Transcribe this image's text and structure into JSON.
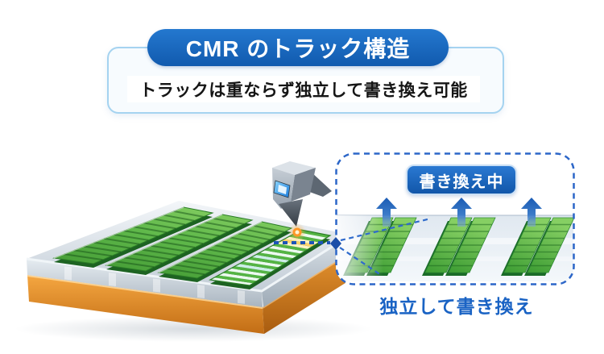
{
  "header": {
    "title": "CMR のトラック構造",
    "subtitle": "トラックは重ならず独立して書き換え可能"
  },
  "callout": {
    "status_label": "書き換え中",
    "caption": "独立して書き換え"
  },
  "illustration": {
    "main": "hdd-platter-with-write-head",
    "platter_track_count": 4,
    "active_track": "striped-track-being-written",
    "callout_track_pairs": 3,
    "callout_arrow_count": 3
  },
  "colors": {
    "primary_blue": "#1766c2",
    "panel_border_blue": "#a5d3f0",
    "callout_dash_blue": "#2c66c8",
    "caption_blue": "#1a63c4",
    "track_green": "#4fae3e",
    "platter_silver": "#c3cdd7",
    "platter_orange": "#d9831f",
    "head_gray": "#9aa5b1",
    "glow_orange": "#ff9726"
  }
}
